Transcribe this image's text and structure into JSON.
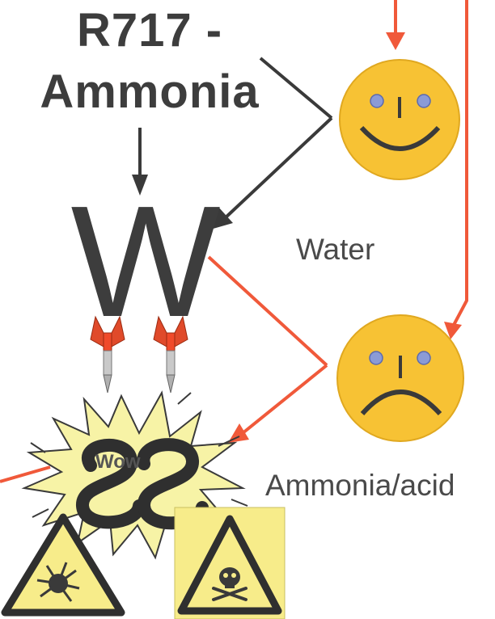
{
  "title": {
    "line1": "R717 -",
    "line2": "Ammonia"
  },
  "center_letter": "W",
  "labels": {
    "water": "Water",
    "ammonia_acid": "Ammonia/acid"
  },
  "burst_text": "Wow",
  "colors": {
    "dark_text": "#3d3d3d",
    "arrow_dark": "#3a3a3a",
    "arrow_red": "#f0593a",
    "face_fill": "#f7c234",
    "eye_blue": "#8b9bd6",
    "warning_yellow": "#f7ec8a"
  },
  "icons": [
    "happy-face-icon",
    "sad-face-icon",
    "dart-icon",
    "explosion-icon",
    "explosive-warning-icon",
    "toxic-warning-icon"
  ]
}
